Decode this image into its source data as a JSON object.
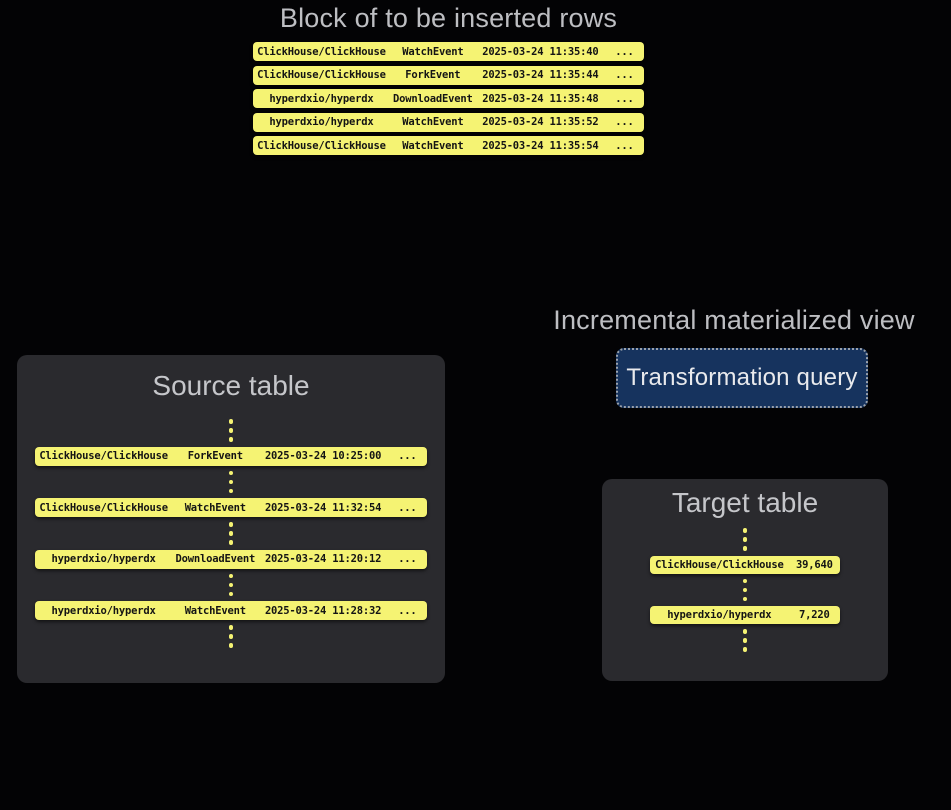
{
  "colors": {
    "background": "#030305",
    "panel": "#2a2a2e",
    "row_yellow": "#f5f373",
    "row_text": "#141414",
    "title_gray": "#bdbec2",
    "button_bg": "#16335e",
    "button_border": "#9aa2ad",
    "button_text": "#e9eaed"
  },
  "icons": {
    "more_rows": "vertical-ellipsis-dots",
    "row_overflow": "horizontal-ellipsis"
  },
  "insert_block": {
    "title": "Block of to be inserted rows",
    "rows": [
      {
        "repo": "ClickHouse/ClickHouse",
        "event": "WatchEvent",
        "time": "2025-03-24 11:35:40",
        "more": "..."
      },
      {
        "repo": "ClickHouse/ClickHouse",
        "event": "ForkEvent",
        "time": "2025-03-24 11:35:44",
        "more": "..."
      },
      {
        "repo": "hyperdxio/hyperdx",
        "event": "DownloadEvent",
        "time": "2025-03-24 11:35:48",
        "more": "..."
      },
      {
        "repo": "hyperdxio/hyperdx",
        "event": "WatchEvent",
        "time": "2025-03-24 11:35:52",
        "more": "..."
      },
      {
        "repo": "ClickHouse/ClickHouse",
        "event": "WatchEvent",
        "time": "2025-03-24 11:35:54",
        "more": "..."
      }
    ]
  },
  "source_table": {
    "title": "Source table",
    "rows": [
      {
        "repo": "ClickHouse/ClickHouse",
        "event": "ForkEvent",
        "time": "2025-03-24 10:25:00",
        "more": "..."
      },
      {
        "repo": "ClickHouse/ClickHouse",
        "event": "WatchEvent",
        "time": "2025-03-24 11:32:54",
        "more": "..."
      },
      {
        "repo": "hyperdxio/hyperdx",
        "event": "DownloadEvent",
        "time": "2025-03-24 11:20:12",
        "more": "..."
      },
      {
        "repo": "hyperdxio/hyperdx",
        "event": "WatchEvent",
        "time": "2025-03-24 11:28:32",
        "more": "..."
      }
    ]
  },
  "materialized_view": {
    "title": "Incremental materialized view",
    "button_label": "Transformation query"
  },
  "target_table": {
    "title": "Target table",
    "rows": [
      {
        "repo": "ClickHouse/ClickHouse",
        "count": "39,640"
      },
      {
        "repo": "hyperdxio/hyperdx",
        "count": "7,220"
      }
    ]
  }
}
